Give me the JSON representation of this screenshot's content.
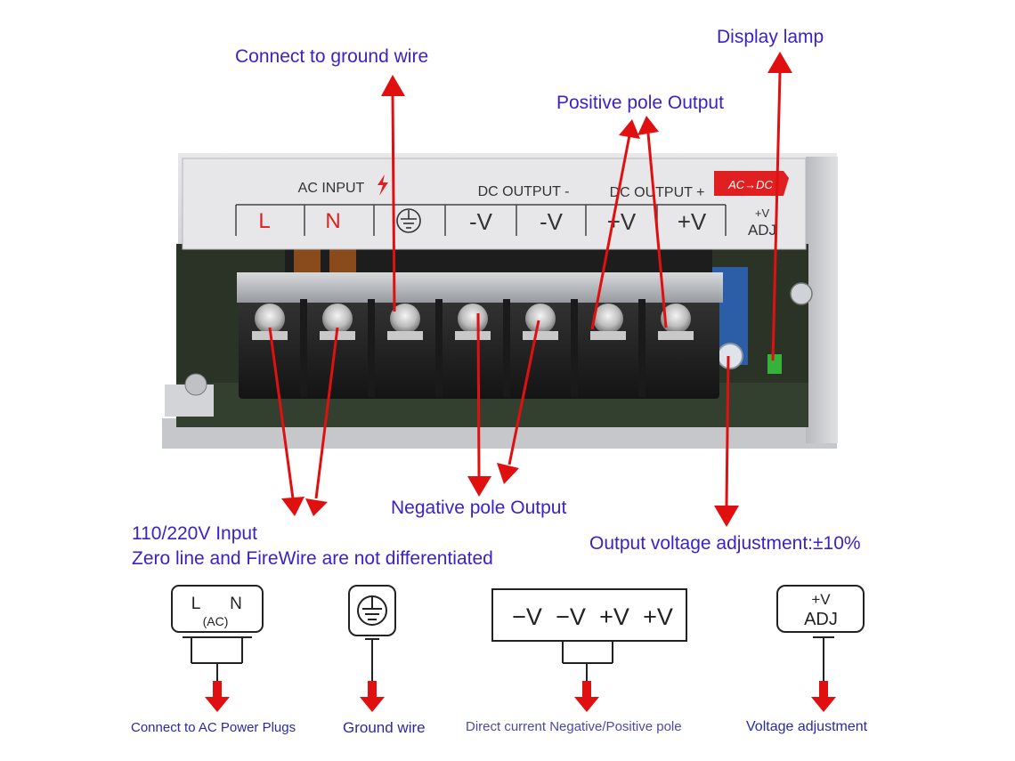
{
  "callouts": {
    "ground": "Connect to ground wire",
    "display_lamp": "Display lamp",
    "positive": "Positive pole Output",
    "negative": "Negative pole Output",
    "input_line1": "110/220V Input",
    "input_line2": "Zero line and FireWire are not differentiated",
    "adjust": "Output voltage adjustment:±10%"
  },
  "panel": {
    "ac_input": "AC INPUT",
    "dc_output_neg": "DC OUTPUT -",
    "dc_output_pos": "DC OUTPUT +",
    "badge": "AC→DC",
    "terminals": [
      "L",
      "N",
      "-V",
      "-V",
      "+V",
      "+V"
    ],
    "adj_top": "+V",
    "adj_bottom": "ADJ"
  },
  "symbols": {
    "ac_l": "L",
    "ac_n": "N",
    "ac_sub": "(AC)",
    "dc_terms": [
      "−V",
      "−V",
      "+V",
      "+V"
    ],
    "adj_top": "+V",
    "adj_bottom": "ADJ"
  },
  "captions": {
    "ac": "Connect to AC Power Plugs",
    "ground": "Ground wire",
    "dc": "Direct current Negative/Positive pole",
    "adj": "Voltage adjustment"
  },
  "colors": {
    "label": "#3a22c8",
    "arrow": "#e01010",
    "panel_red": "#e02020"
  }
}
